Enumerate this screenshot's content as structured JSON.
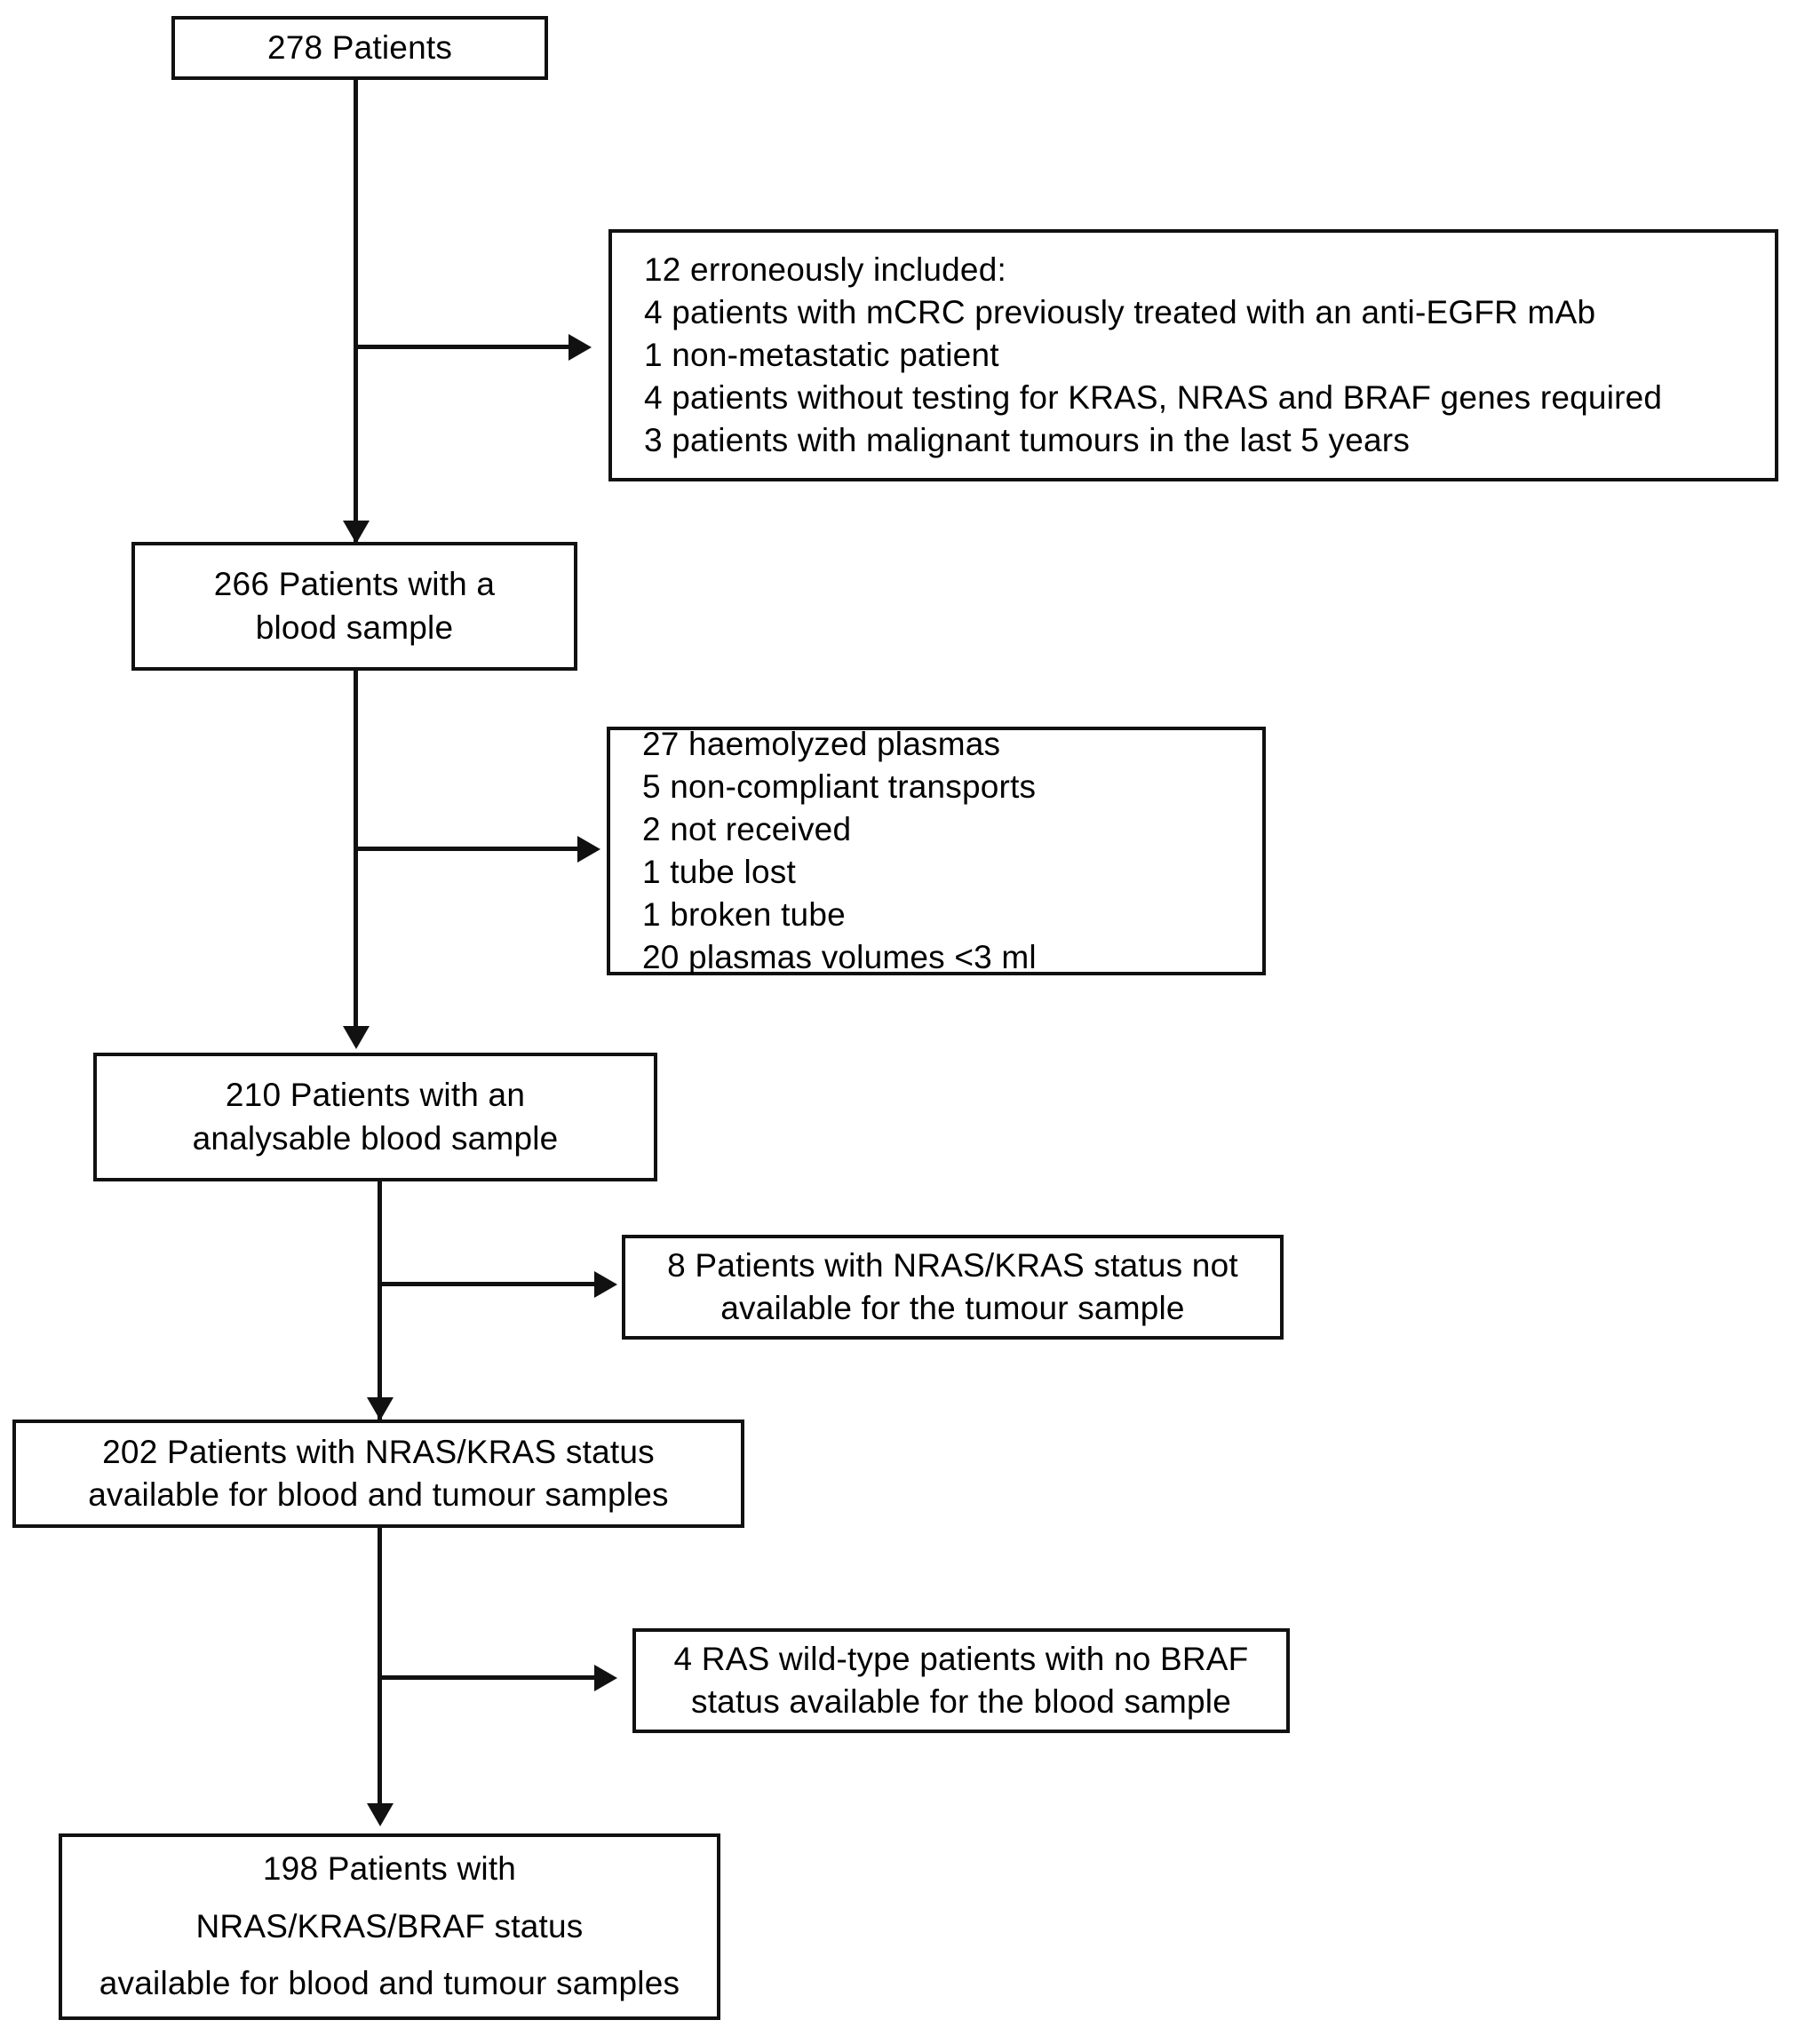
{
  "diagram": {
    "type": "patient-flow-consort-diagram",
    "nodes": {
      "total_patients": {
        "lines": [
          "278 Patients"
        ]
      },
      "excluded_erroneous": {
        "lines": [
          "12 erroneously included:",
          "4 patients with mCRC previously treated with an anti-EGFR mAb",
          "1 non-metastatic patient",
          "4 patients without testing for KRAS, NRAS and BRAF genes required",
          "3 patients with malignant tumours in the last 5 years"
        ]
      },
      "patients_with_blood_sample": {
        "lines": [
          "266 Patients with a",
          "blood sample"
        ]
      },
      "excluded_sample_quality": {
        "lines": [
          "27 haemolyzed plasmas",
          "5 non-compliant transports",
          "2 not received",
          "1 tube lost",
          "1 broken tube",
          "20 plasmas volumes <3 ml"
        ]
      },
      "patients_analysable_sample": {
        "lines": [
          "210 Patients with an",
          "analysable blood sample"
        ]
      },
      "excluded_no_tumour_status": {
        "lines": [
          "8 Patients with NRAS/KRAS status not",
          "available for the tumour sample"
        ]
      },
      "patients_nraskras_status": {
        "lines": [
          "202 Patients with NRAS/KRAS status",
          "available for blood and tumour samples"
        ]
      },
      "excluded_no_braf_status": {
        "lines": [
          "4 RAS wild-type patients with no BRAF",
          "status available for the blood sample"
        ]
      },
      "patients_final": {
        "lines": [
          "198 Patients with",
          "NRAS/KRAS/BRAF status",
          "available for blood and tumour samples"
        ]
      }
    }
  }
}
